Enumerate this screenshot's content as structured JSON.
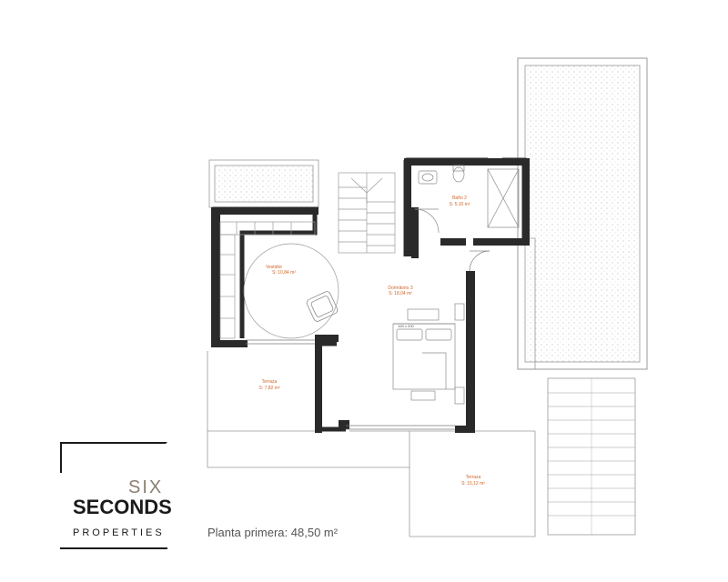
{
  "rooms": {
    "vestidor": {
      "name": "Vestidor",
      "area": "S: 10,84 m²"
    },
    "dormitorio": {
      "name": "Dormitorio 3",
      "area": "S: 18,04 m²"
    },
    "bano": {
      "name": "Baño 2",
      "area": "S: 5,10 m²"
    },
    "terraza_left": {
      "name": "Terraza",
      "area": "S: 7,82 m²"
    },
    "terraza_right": {
      "name": "Terraza",
      "area": "S: 15,12 m²"
    }
  },
  "bed_size": "160 x 200",
  "caption": "Planta primera: 48,50 m²",
  "logo": {
    "line1": "SIX",
    "line2": "SECONDS",
    "line3": "PROPERTIES"
  },
  "colors": {
    "wall": "#2a2a2a",
    "label": "#d0662a",
    "thin_line": "#9a9a9a",
    "hatch": "#cfcfcf"
  }
}
